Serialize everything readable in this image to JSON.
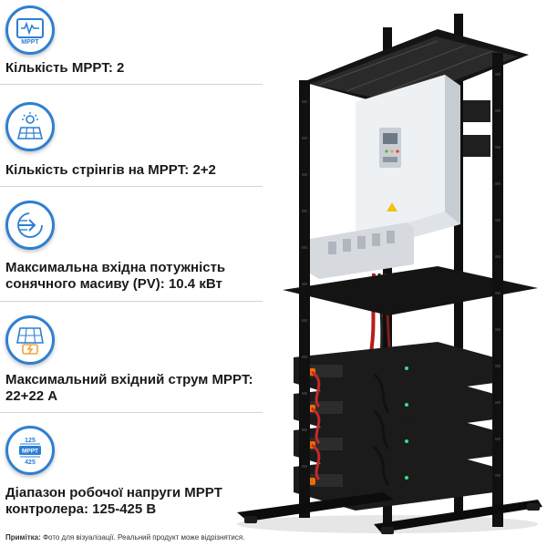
{
  "specs": [
    {
      "icon": "mppt-monitor-icon",
      "icon_text": "MPPT",
      "label": "Кількість MPPT: 2"
    },
    {
      "icon": "solar-panel-sun-icon",
      "icon_text": "",
      "label": "Кількість стрінгів на MPPT: 2+2"
    },
    {
      "icon": "power-input-arrow-icon",
      "icon_text": "",
      "label": "Максимальна вхідна потужність сонячного масиву (PV): 10.4 кВт"
    },
    {
      "icon": "solar-panel-lightning-icon",
      "icon_text": "",
      "label": "Максимальний вхідний струм MPPT: 22+22 А"
    },
    {
      "icon": "voltage-range-icon",
      "icon_text": "",
      "label": "Діапазон робочої напруги MPPT контролера: 125-425 В",
      "range": {
        "top": "125",
        "middle": "MPPT",
        "bottom": "425"
      }
    }
  ],
  "note": {
    "prefix": "Примітка:",
    "text": " Фото для візуалізації. Реальний продукт може відрізнятися."
  },
  "colors": {
    "accent": "#2d7fd3",
    "rack": "#141414",
    "inverter": "#e9ecef",
    "text": "#1a1a1a"
  }
}
